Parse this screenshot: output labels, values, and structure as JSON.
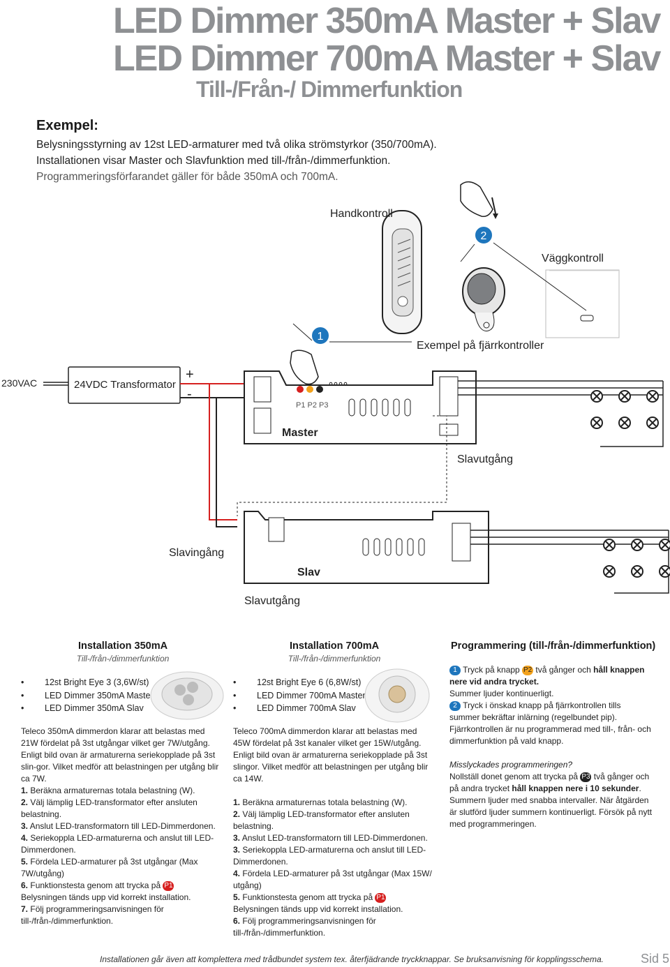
{
  "header": {
    "title_line1": "LED Dimmer 350mA Master + Slav",
    "title_line2": "LED Dimmer 700mA Master + Slav",
    "subtitle": "Till-/Från-/ Dimmerfunktion"
  },
  "intro": {
    "heading": "Exempel:",
    "lines": [
      "Belysningsstyrning av 12st LED-armaturer med två olika strömstyrkor (350/700mA).",
      "Installationen visar Master och Slavfunktion med till-/från-/dimmerfunktion.",
      "Programmeringsförfarandet gäller för både 350mA och 700mA."
    ]
  },
  "diagram": {
    "handkontroll": "Handkontroll",
    "vaggkontroll": "Väggkontroll",
    "exempel_fjarr": "Exempel på fjärrkontroller",
    "step1": "1",
    "step2": "2",
    "ac_label": "230VAC",
    "transformer": "24VDC Transformator",
    "plus": "+",
    "minus": "-",
    "p_labels": "P1 P2 P3",
    "master": "Master",
    "slavutgang_top": "Slavutgång",
    "slavingang": "Slavingång",
    "slav": "Slav",
    "slavutgang_bottom": "Slavutgång",
    "colors": {
      "wire_red": "#d6201f",
      "wire_black": "#1a1a1a",
      "btn_red": "#d6201f",
      "btn_orange": "#f3a21c",
      "step_blue": "#1e76bd",
      "step_ring": "#1e76bd"
    }
  },
  "col350": {
    "heading": "Installation 350mA",
    "sub": "Till-/från-/dimmerfunktion",
    "bullets": [
      "12st Bright Eye 3 (3,6W/st)",
      "LED Dimmer 350mA Master",
      "LED Dimmer 350mA Slav"
    ],
    "paragraph": "Teleco 350mA dimmerdon klarar att belastas med 21W fördelat på 3st utgångar vilket ger 7W/utgång. Enligt bild ovan är armaturerna seriekopplade på 3st slin-gor. Vilket medför att belastningen per utgång blir ca 7W.",
    "steps": [
      {
        "n": "1.",
        "t": "Beräkna armaturernas totala belastning (W)."
      },
      {
        "n": "2.",
        "t": "Välj lämplig LED-transformator efter ansluten belastning."
      },
      {
        "n": "3.",
        "t": "Anslut LED-transformatorn till LED-Dimmerdonen."
      },
      {
        "n": "4.",
        "t": "Seriekoppla LED-armaturerna och anslut till LED-Dimmerdonen."
      },
      {
        "n": "5.",
        "t": "Fördela LED-armaturer på 3st utgångar (Max 7W/utgång)"
      },
      {
        "n": "6.",
        "t": "Funktionstesta genom att trycka på",
        "badge": "P1",
        "t2": "Belysningen tänds upp vid korrekt installation."
      },
      {
        "n": "7.",
        "t": "Följ programmeringsanvisningen för till-/från-/dimmerfunktion."
      }
    ]
  },
  "col700": {
    "heading": "Installation 700mA",
    "sub": "Till-/från-/dimmerfunktion",
    "bullets": [
      "12st Bright Eye 6 (6,8W/st)",
      "LED Dimmer 700mA Master",
      "LED Dimmer 700mA Slav"
    ],
    "paragraph": "Teleco 700mA dimmerdon klarar att belastas med 45W fördelat på 3st kanaler vilket ger 15W/utgång. Enligt bild ovan är armaturerna seriekopplade på 3st slingor. Vilket medför att belastningen per utgång blir ca 14W.",
    "steps": [
      {
        "n": "1.",
        "t": "Beräkna armaturernas totala belastning (W)."
      },
      {
        "n": "2.",
        "t": "Välj lämplig LED-transformator efter ansluten belastning."
      },
      {
        "n": "3.",
        "t": "Anslut LED-transformatorn till LED-Dimmerdonen."
      },
      {
        "n": "3.",
        "t": "Seriekoppla LED-armaturerna och anslut till LED-Dimmerdonen."
      },
      {
        "n": "4.",
        "t": "Fördela LED-armaturer på 3st utgångar (Max 15W/ utgång)"
      },
      {
        "n": "5.",
        "t": "Funktionstesta genom att trycka på",
        "badge": "P1",
        "t2": "Belysningen tänds upp vid korrekt installation."
      },
      {
        "n": "6.",
        "t": "Följ programmeringsanvisningen för till-/från-/dimmerfunktion."
      }
    ]
  },
  "programming": {
    "heading": "Programmering (till-/från-/dimmerfunktion)",
    "s1_badge": "1",
    "s1_a": "Tryck på knapp",
    "s1_p": "P2",
    "s1_b": "två gånger och",
    "s1_bold": "håll knappen nere vid andra trycket.",
    "s1_c": "Summer ljuder kontinuerligt.",
    "s2_badge": "2",
    "s2_a": "Tryck i önskad knapp på fjärrkontrollen tills summer bekräftar inlärning (regelbundet pip). Fjärrkontrollen är nu programmerad med till-, från- och dimmerfunktion på vald knapp.",
    "miss_q": "Misslyckades programmeringen?",
    "miss_a": "Nollställ donet genom att trycka på",
    "miss_p": "P3",
    "miss_b": "två gånger och på andra trycket",
    "miss_bold": "håll knappen nere i 10 sekunder",
    "miss_c": ". Summern ljuder med snabba intervaller. När åtgärden är slutförd ljuder summern kontinuerligt. Försök på nytt med programmeringen."
  },
  "footer": {
    "note": "Installationen går även att komplettera med trådbundet system tex. återfjädrande tryckknappar. Se bruksanvisning för kopplingsschema.",
    "page": "Sid 5"
  }
}
